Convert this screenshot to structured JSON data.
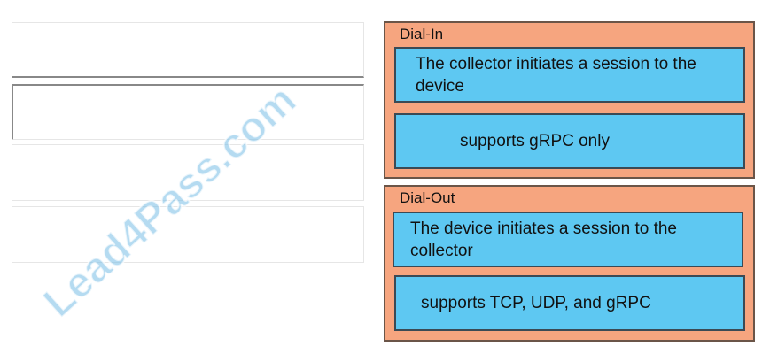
{
  "drop_slots": 4,
  "groups": [
    {
      "title": "Dial-In",
      "items": [
        "The collector initiates a session to the device",
        "supports gRPC only"
      ]
    },
    {
      "title": "Dial-Out",
      "items": [
        "The device initiates a session to the collector",
        "supports TCP, UDP, and gRPC"
      ]
    }
  ],
  "watermark": "Lead4Pass.com",
  "colors": {
    "group_bg": "#f6a57f",
    "item_bg": "#5ec8f2"
  }
}
